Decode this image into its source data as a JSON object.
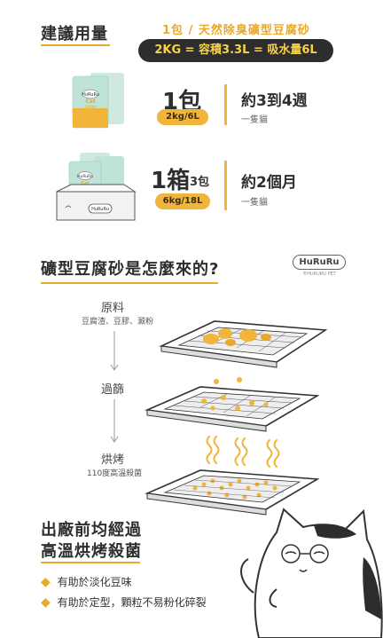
{
  "header": {
    "title": "建議用量",
    "tagline": "1包 / 天然除臭礦型豆腐砂",
    "formula": "2KG = 容積3.3L = 吸水量6L"
  },
  "single_bag": {
    "qty": "1包",
    "size": "2kg/6L",
    "duration": "約3到4週",
    "note": "一隻貓"
  },
  "box": {
    "qty": "1箱",
    "qty_sub": "3包",
    "size": "6kg/18L",
    "duration": "約2個月",
    "note": "一隻貓"
  },
  "product_label": {
    "brand": "HuRuRu",
    "line1": "Cat",
    "line2": "Litter"
  },
  "section2": {
    "title": "礦型豆腐砂是怎麼來的?",
    "logo": "HuRuRu",
    "logo_sub": "®HURURU PET"
  },
  "steps": [
    {
      "label": "原料",
      "sub": "豆腐渣、豆膠、澱粉"
    },
    {
      "label": "過篩",
      "sub": ""
    },
    {
      "label": "烘烤",
      "sub": "110度高溫殺菌"
    }
  ],
  "section3": {
    "title_line1": "出廠前均經過",
    "title_line2": "高溫烘烤殺菌",
    "bullets": [
      "有助於淡化豆味",
      "有助於定型，顆粒不易粉化碎裂"
    ]
  },
  "colors": {
    "accent": "#f0b53a",
    "dark": "#2d2d2d",
    "mint": "#bfe3d6"
  }
}
